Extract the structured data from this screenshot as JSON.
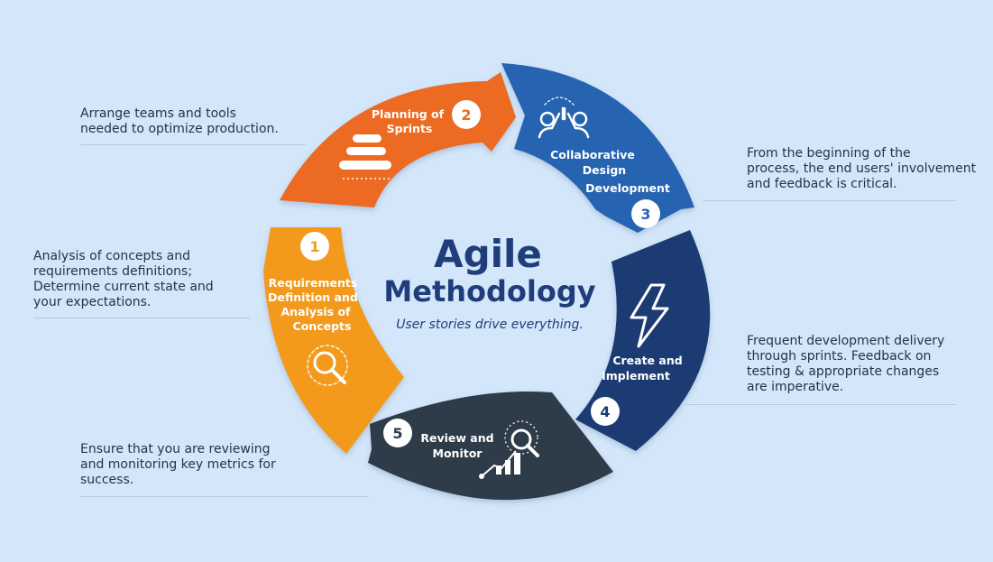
{
  "center": {
    "title_line1": "Agile",
    "title_line2": "Methodology",
    "tagline": "User stories drive everything."
  },
  "steps": [
    {
      "number": "1",
      "label_lines": [
        "Requirements",
        "Definition and",
        "Analysis of",
        "Concepts"
      ],
      "color": "#f39a1e",
      "icon": "magnifier-icon"
    },
    {
      "number": "2",
      "label_lines": [
        "Planning of",
        "Sprints"
      ],
      "color": "#ec6a22",
      "icon": "stack-layers-icon"
    },
    {
      "number": "3",
      "label_lines": [
        "Collaborative",
        "Design",
        "Development"
      ],
      "color": "#2563b0",
      "icon": "high-five-team-icon"
    },
    {
      "number": "4",
      "label_lines": [
        "Create and",
        "Implement"
      ],
      "color": "#1d3a72",
      "icon": "lightning-bolt-icon"
    },
    {
      "number": "5",
      "label_lines": [
        "Review and",
        "Monitor"
      ],
      "color": "#2f3a48",
      "icon": "analytics-chart-icon"
    }
  ],
  "notes": {
    "planning": [
      "Arrange teams and tools",
      "needed to optimize production."
    ],
    "requirements": [
      "Analysis of concepts and",
      "requirements definitions;",
      "Determine current state and",
      "your expectations."
    ],
    "review": [
      "Ensure that you are reviewing",
      "and monitoring key metrics for",
      "success."
    ],
    "design": [
      "From the beginning of the",
      "process, the end users' involvement",
      "and feedback is critical."
    ],
    "implement": [
      "Frequent development delivery",
      "through sprints. Feedback on",
      "testing & appropriate changes",
      "are imperative."
    ]
  }
}
